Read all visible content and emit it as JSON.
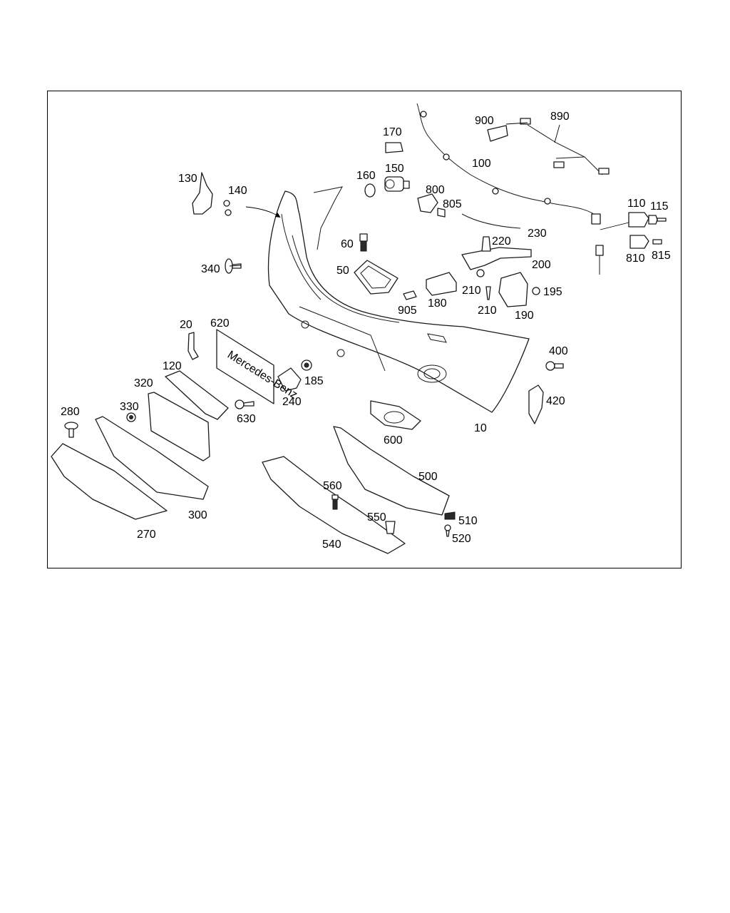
{
  "labels": {
    "l10": "10",
    "l20": "20",
    "l50": "50",
    "l60": "60",
    "l100": "100",
    "l110": "110",
    "l115": "115",
    "l120": "120",
    "l130": "130",
    "l140": "140",
    "l150": "150",
    "l160": "160",
    "l170": "170",
    "l180": "180",
    "l185": "185",
    "l190": "190",
    "l195": "195",
    "l200": "200",
    "l210a": "210",
    "l210b": "210",
    "l220": "220",
    "l230": "230",
    "l240": "240",
    "l270": "270",
    "l280": "280",
    "l300": "300",
    "l320": "320",
    "l330": "330",
    "l340": "340",
    "l400": "400",
    "l420": "420",
    "l500": "500",
    "l510": "510",
    "l520": "520",
    "l540": "540",
    "l550": "550",
    "l560": "560",
    "l600": "600",
    "l620": "620",
    "l630": "630",
    "l800": "800",
    "l805": "805",
    "l810": "810",
    "l815": "815",
    "l890": "890",
    "l900": "900",
    "l905": "905"
  },
  "plate_text": "Mercedes-Benz"
}
